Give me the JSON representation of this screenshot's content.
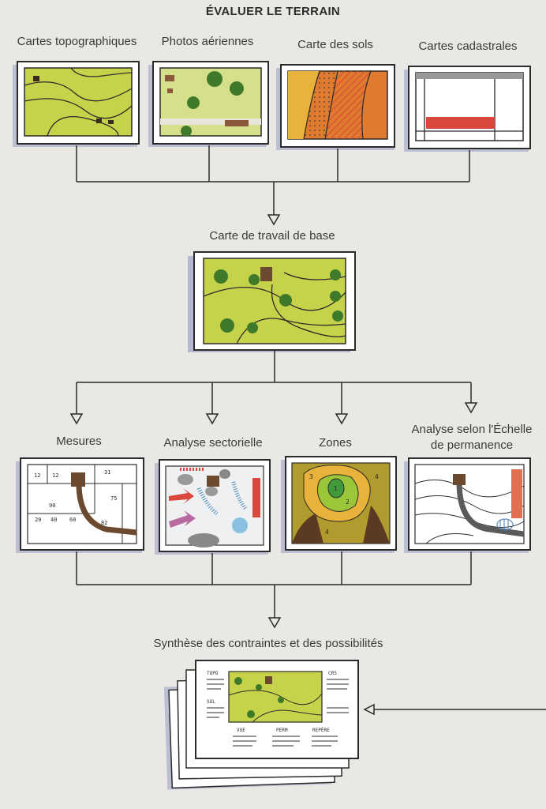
{
  "title": "ÉVALUER LE TERRAIN",
  "sources": [
    {
      "label": "Cartes topographiques"
    },
    {
      "label": "Photos aériennes"
    },
    {
      "label": "Carte des sols"
    },
    {
      "label": "Cartes cadastrales"
    }
  ],
  "base_map": {
    "label": "Carte de travail de base"
  },
  "analyses": [
    {
      "label": "Mesures"
    },
    {
      "label": "Analyse sectorielle"
    },
    {
      "label": "Zones"
    },
    {
      "label": "Analyse selon l'Échelle",
      "label2": "de permanence"
    }
  ],
  "measures": [
    "12",
    "12",
    "31",
    "75",
    "90",
    "20",
    "40",
    "60",
    "82"
  ],
  "zones": [
    "1",
    "2",
    "3",
    "4",
    "4"
  ],
  "synthesis": {
    "label": "Synthèse des contraintes et des possibilités",
    "notes": [
      "TOPO",
      "SOL",
      "CR5",
      "VUE",
      "PERM",
      "REPÈRE"
    ]
  },
  "colors": {
    "line": "#2b2b2b",
    "green": "#b8cc3a",
    "dark_green": "#3f7a2a",
    "orange": "#e07a2f",
    "red": "#d9473d",
    "brown": "#6b4a2f",
    "shadow": "#6a70b0"
  }
}
